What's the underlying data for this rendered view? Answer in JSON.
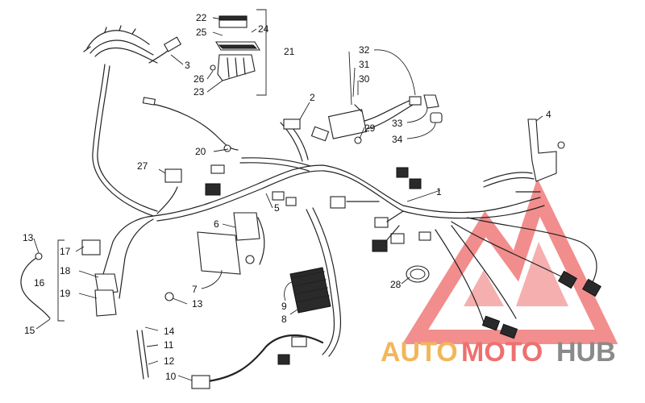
{
  "callouts": [
    {
      "id": "c1",
      "text": "1"
    },
    {
      "id": "c2",
      "text": "2"
    },
    {
      "id": "c3",
      "text": "3"
    },
    {
      "id": "c4",
      "text": "4"
    },
    {
      "id": "c5",
      "text": "5"
    },
    {
      "id": "c6",
      "text": "6"
    },
    {
      "id": "c7",
      "text": "7"
    },
    {
      "id": "c8",
      "text": "8"
    },
    {
      "id": "c9",
      "text": "9"
    },
    {
      "id": "c10",
      "text": "10"
    },
    {
      "id": "c11",
      "text": "11"
    },
    {
      "id": "c12",
      "text": "12"
    },
    {
      "id": "c13a",
      "text": "13"
    },
    {
      "id": "c13b",
      "text": "13"
    },
    {
      "id": "c14",
      "text": "14"
    },
    {
      "id": "c15",
      "text": "15"
    },
    {
      "id": "c16",
      "text": "16"
    },
    {
      "id": "c17",
      "text": "17"
    },
    {
      "id": "c18",
      "text": "18"
    },
    {
      "id": "c19",
      "text": "19"
    },
    {
      "id": "c20",
      "text": "20"
    },
    {
      "id": "c21",
      "text": "21"
    },
    {
      "id": "c22",
      "text": "22"
    },
    {
      "id": "c23",
      "text": "23"
    },
    {
      "id": "c24",
      "text": "24"
    },
    {
      "id": "c25",
      "text": "25"
    },
    {
      "id": "c26",
      "text": "26"
    },
    {
      "id": "c27",
      "text": "27"
    },
    {
      "id": "c28",
      "text": "28"
    },
    {
      "id": "c29",
      "text": "29"
    },
    {
      "id": "c30",
      "text": "30"
    },
    {
      "id": "c31",
      "text": "31"
    },
    {
      "id": "c32",
      "text": "32"
    },
    {
      "id": "c33",
      "text": "33"
    },
    {
      "id": "c34",
      "text": "34"
    }
  ],
  "watermark": {
    "word_auto": "AUTO",
    "word_moto": "MOTO",
    "word_hub": "HUB",
    "colors": {
      "auto": "#f2b65a",
      "moto": "#ef6f6f",
      "hub": "#8a8a8a",
      "logo": "#f07a7a"
    }
  }
}
